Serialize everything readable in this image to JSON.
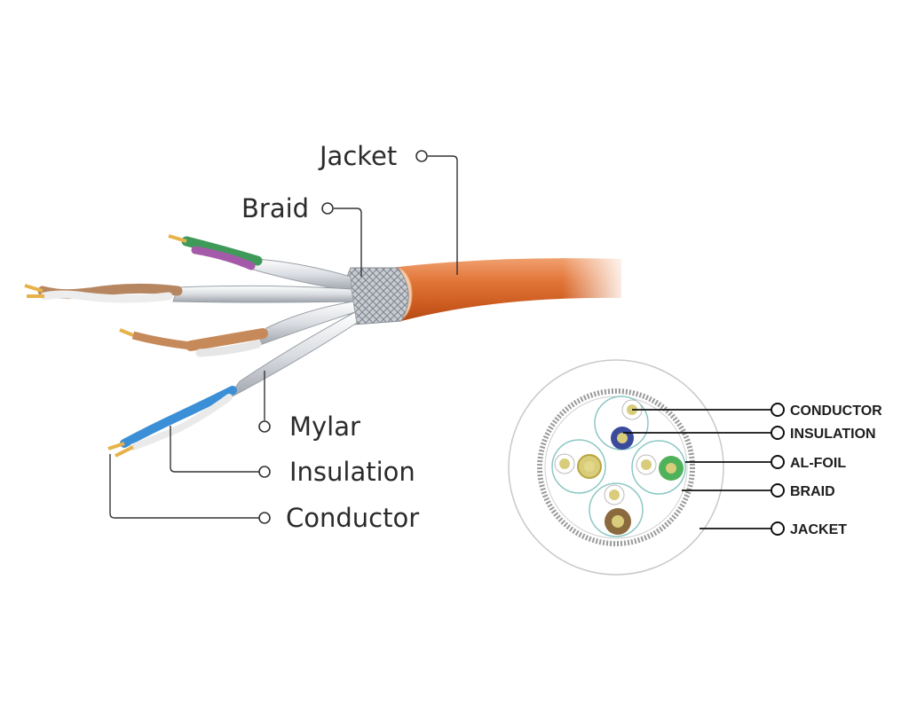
{
  "cable_labels": {
    "jacket": "Jacket",
    "braid": "Braid",
    "mylar": "Mylar",
    "insulation": "Insulation",
    "conductor": "Conductor"
  },
  "cross_section_labels": {
    "conductor": "CONDUCTOR",
    "insulation": "INSULATION",
    "al_foil": "AL-FOIL",
    "braid": "BRAID",
    "jacket": "JACKET"
  },
  "colors": {
    "jacket_orange": "#d96a2c",
    "braid_silver": "#c9ccd1",
    "foil_silver": "#e4e6ea",
    "pair_brown": "#a9774b",
    "pair_blue": "#3b8fd6",
    "pair_green": "#3f9a5a",
    "pair_purple": "#a45aa8",
    "copper": "#e7b24a"
  }
}
